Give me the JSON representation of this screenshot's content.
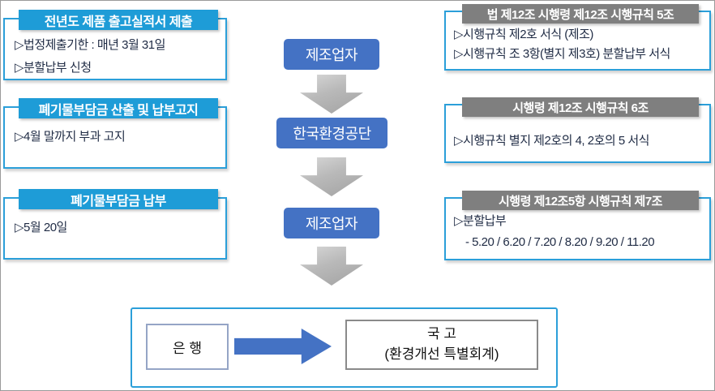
{
  "left_boxes": [
    {
      "header": "전년도 제품 출고실적서 제출",
      "items": [
        "▷법정제출기한 : 매년 3월 31일",
        "▷분할납부 신청"
      ]
    },
    {
      "header": "폐기물부담금 산출 및 납부고지",
      "items": [
        "▷4월 말까지 부과 고지"
      ]
    },
    {
      "header": "폐기물부담금 납부",
      "items": [
        "▷5월 20일"
      ]
    }
  ],
  "flow": {
    "nodes": [
      "제조업자",
      "한국환경공단",
      "제조업자"
    ]
  },
  "right_boxes": [
    {
      "header": "법 제12조 시행령 제12조 시행규칙 5조",
      "items": [
        "▷시행규칙 제2호 서식 (제조)",
        "▷시행규칙 조 3항(별지 제3호) 분할납부 서식"
      ]
    },
    {
      "header": "시행령 제12조 시행규칙 6조",
      "items": [
        "▷시행규칙 별지 제2호의 4, 2호의 5 서식"
      ]
    },
    {
      "header": "시행령 제12조5항 시행규칙 제7조",
      "items": [
        "▷분할납부",
        "- 5.20 / 6.20 / 7.20 / 8.20 / 9.20 / 11.20"
      ]
    }
  ],
  "bottom": {
    "bank": "은 행",
    "treasury_line1": "국 고",
    "treasury_line2": "(환경개선 특별회계)"
  },
  "colors": {
    "left_header_bg": "#1E9CD7",
    "box_border": "#2B9FD9",
    "right_header_bg": "#7F7F7F",
    "flow_node_bg": "#4472C4",
    "down_arrow_gray": "#ABABAB",
    "bottom_arrow_blue": "#4472C4"
  }
}
